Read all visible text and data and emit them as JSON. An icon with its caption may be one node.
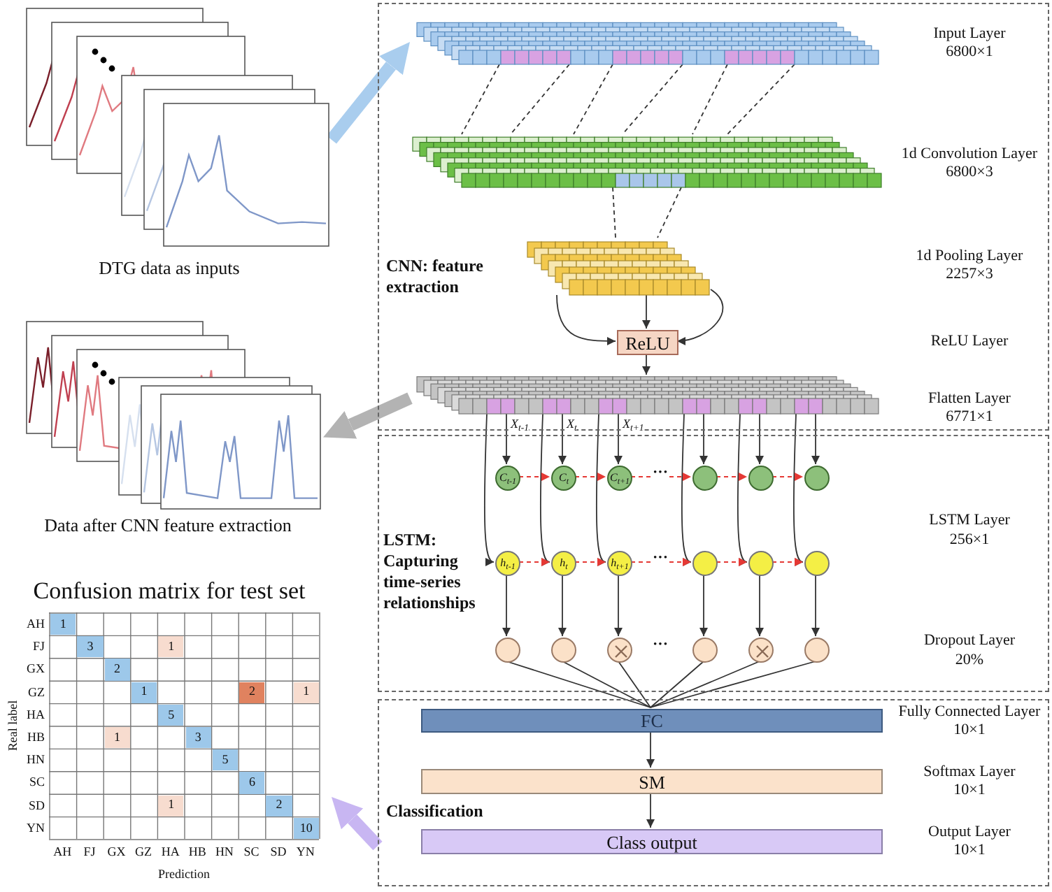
{
  "diagram": {
    "nodes": [
      {
        "text": [],
        "shape": "picture",
        "beside": [
          "DTG data as inputs"
        ]
      },
      {
        "text": [],
        "shape": "picture",
        "beside": [
          "Data after CNN feature extraction"
        ]
      },
      {
        "text": [
          "Confusion matrix for test set"
        ]
      },
      {
        "text": [
          "CNN: feature extraction"
        ]
      },
      {
        "text": [],
        "shape": "bar",
        "in": 3,
        "beside": [
          "Input Layer",
          "6800×1"
        ]
      },
      {
        "text": [],
        "shape": "bar",
        "in": 3,
        "beside": [
          "1d Convolution Layer",
          "6800×3"
        ]
      },
      {
        "text": [],
        "shape": "bar",
        "in": 3,
        "beside": [
          "1d Pooling Layer",
          "2257×3"
        ]
      },
      {
        "text": [
          "ReLU"
        ],
        "in": 3
      },
      {
        "text": [],
        "shape": "bar",
        "in": 3,
        "beside": [
          "Flatten Layer",
          "6771×1"
        ]
      },
      {
        "text": [
          "LSTM: Capturing time-series relationships"
        ]
      },
      {
        "text": [
          "C$_{t-1}$"
        ],
        "in": 9
      },
      {
        "text": [
          "C$_{t}$"
        ],
        "in": 9
      },
      {
        "text": [
          "C$_{t+1}$"
        ],
        "in": 9
      },
      {
        "text": [],
        "shape": "circle",
        "in": 9
      },
      {
        "text": [],
        "shape": "circle",
        "in": 9
      },
      {
        "text": [],
        "shape": "circle",
        "in": 9
      },
      {
        "text": [
          "h$_{t-1}$"
        ],
        "in": 9
      },
      {
        "text": [
          "h$_{t}$"
        ],
        "in": 9
      },
      {
        "text": [
          "h$_{t+1}$"
        ],
        "in": 9
      },
      {
        "text": [],
        "shape": "circle",
        "in": 9
      },
      {
        "text": [],
        "shape": "circle",
        "in": 9
      },
      {
        "text": [],
        "shape": "circle",
        "in": 9
      },
      {
        "text": [],
        "shape": "circle",
        "in": 9
      },
      {
        "text": [],
        "shape": "circle",
        "in": 9
      },
      {
        "text": [],
        "shape": "cross",
        "in": 9
      },
      {
        "text": [],
        "shape": "circle",
        "in": 9
      },
      {
        "text": [],
        "shape": "cross",
        "in": 9
      },
      {
        "text": [],
        "shape": "circle",
        "in": 9
      },
      {
        "text": [
          "Classification"
        ]
      },
      {
        "text": [
          "FC"
        ],
        "in": 28,
        "beside": [
          "Fully Connected Layer",
          "10×1"
        ]
      },
      {
        "text": [
          "SM"
        ],
        "in": 28,
        "beside": [
          "Softmax Layer",
          "10×1"
        ]
      },
      {
        "text": [
          "Class output"
        ],
        "in": 28,
        "beside": [
          "Output Layer",
          "10×1"
        ]
      }
    ],
    "edges": [
      {
        "from": 0,
        "to": 4,
        "arrow": "to",
        "style": "thick",
        "color": "#a9cdee"
      },
      {
        "from": 8,
        "to": 1,
        "arrow": "to",
        "style": "thick",
        "color": "#b3b3b3"
      },
      {
        "from": 28,
        "to": 2,
        "arrow": "to",
        "style": "thick",
        "color": "#c8b6f2"
      },
      {
        "from": 4,
        "to": 5,
        "arrow": "none",
        "style": "dashed"
      },
      {
        "from": 4,
        "to": 5,
        "arrow": "none",
        "style": "dashed"
      },
      {
        "from": 4,
        "to": 5,
        "arrow": "none",
        "style": "dashed"
      },
      {
        "from": 4,
        "to": 5,
        "arrow": "none",
        "style": "dashed"
      },
      {
        "from": 4,
        "to": 5,
        "arrow": "none",
        "style": "dashed"
      },
      {
        "from": 4,
        "to": 5,
        "arrow": "none",
        "style": "dashed"
      },
      {
        "from": 5,
        "to": 6,
        "arrow": "none",
        "style": "dashed"
      },
      {
        "from": 5,
        "to": 6,
        "arrow": "none",
        "style": "dashed"
      },
      {
        "from": 6,
        "to": 7,
        "arrow": "to"
      },
      {
        "from": 6,
        "to": 7,
        "arrow": "to"
      },
      {
        "from": 6,
        "to": 7,
        "arrow": "to"
      },
      {
        "from": 7,
        "to": 8,
        "arrow": "to"
      },
      {
        "from": 8,
        "to": 10,
        "arrow": "to",
        "label": "X$_{t-1}$"
      },
      {
        "from": 8,
        "to": 11,
        "arrow": "to",
        "label": "X$_{t}$"
      },
      {
        "from": 8,
        "to": 12,
        "arrow": "to",
        "label": "X$_{t+1}$"
      },
      {
        "from": 8,
        "to": 13,
        "arrow": "to"
      },
      {
        "from": 8,
        "to": 14,
        "arrow": "to"
      },
      {
        "from": 8,
        "to": 15,
        "arrow": "to"
      },
      {
        "from": 8,
        "to": 16,
        "arrow": "to"
      },
      {
        "from": 8,
        "to": 17,
        "arrow": "to"
      },
      {
        "from": 8,
        "to": 18,
        "arrow": "to"
      },
      {
        "from": 8,
        "to": 19,
        "arrow": "to"
      },
      {
        "from": 8,
        "to": 20,
        "arrow": "to"
      },
      {
        "from": 8,
        "to": 21,
        "arrow": "to"
      },
      {
        "from": 10,
        "to": 11,
        "arrow": "to",
        "style": "dashed",
        "color": "#e53935"
      },
      {
        "from": 11,
        "to": 12,
        "arrow": "to",
        "style": "dashed",
        "color": "#e53935"
      },
      {
        "from": 12,
        "to": 13,
        "arrow": "to",
        "style": "dashed",
        "color": "#e53935"
      },
      {
        "from": 13,
        "to": 14,
        "arrow": "to",
        "style": "dashed",
        "color": "#e53935"
      },
      {
        "from": 14,
        "to": 15,
        "arrow": "to",
        "style": "dashed",
        "color": "#e53935"
      },
      {
        "from": 16,
        "to": 17,
        "arrow": "to",
        "style": "dashed",
        "color": "#e53935"
      },
      {
        "from": 17,
        "to": 18,
        "arrow": "to",
        "style": "dashed",
        "color": "#e53935"
      },
      {
        "from": 18,
        "to": 19,
        "arrow": "to",
        "style": "dashed",
        "color": "#e53935"
      },
      {
        "from": 19,
        "to": 20,
        "arrow": "to",
        "style": "dashed",
        "color": "#e53935"
      },
      {
        "from": 20,
        "to": 21,
        "arrow": "to",
        "style": "dashed",
        "color": "#e53935"
      },
      {
        "from": 16,
        "to": 22,
        "arrow": "to"
      },
      {
        "from": 17,
        "to": 23,
        "arrow": "to"
      },
      {
        "from": 18,
        "to": 24,
        "arrow": "to"
      },
      {
        "from": 19,
        "to": 25,
        "arrow": "to"
      },
      {
        "from": 20,
        "to": 26,
        "arrow": "to"
      },
      {
        "from": 21,
        "to": 27,
        "arrow": "to"
      },
      {
        "from": 22,
        "to": 29,
        "arrow": "none"
      },
      {
        "from": 23,
        "to": 29,
        "arrow": "none"
      },
      {
        "from": 24,
        "to": 29,
        "arrow": "none"
      },
      {
        "from": 25,
        "to": 29,
        "arrow": "none"
      },
      {
        "from": 26,
        "to": 29,
        "arrow": "none"
      },
      {
        "from": 27,
        "to": 29,
        "arrow": "none"
      },
      {
        "from": 29,
        "to": 30,
        "arrow": "to"
      },
      {
        "from": 30,
        "to": 31,
        "arrow": "to"
      }
    ],
    "labels": [
      "ReLU Layer",
      "LSTM Layer",
      "256×1",
      "···",
      "···",
      "Dropout Layer",
      "20%",
      "···",
      "AH",
      "1",
      "FJ",
      "3",
      "1",
      "GX",
      "2",
      "GZ",
      "1",
      "2",
      "1",
      "HA",
      "5",
      "HB",
      "1",
      "3",
      "HN",
      "5",
      "SC",
      "6",
      "SD",
      "1",
      "2",
      "YN",
      "10",
      "AH",
      "FJ",
      "GX",
      "GZ",
      "HA",
      "HB",
      "HN",
      "SC",
      "SD",
      "YN",
      "Real label",
      "Prediction"
    ]
  }
}
